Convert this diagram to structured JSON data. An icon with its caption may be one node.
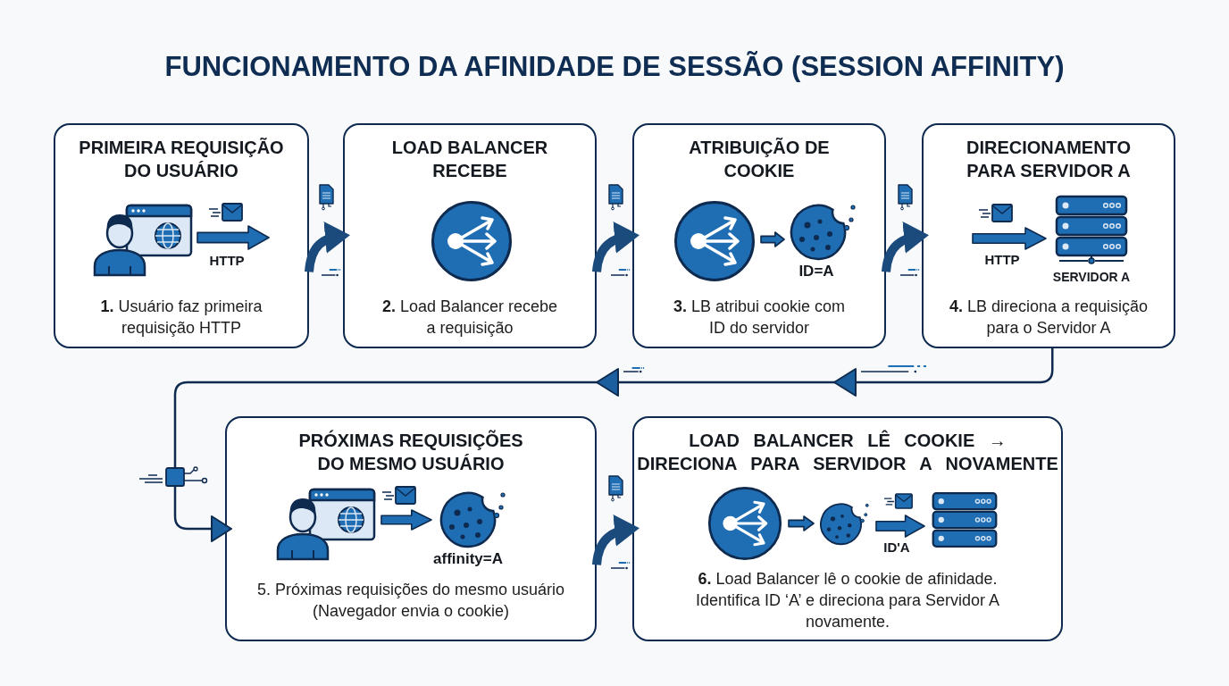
{
  "diagram": {
    "title": "FUNCIONAMENTO DA AFINIDADE DE SESSÃO (SESSION AFFINITY)",
    "nodes": [
      {
        "text": [
          "PRIMEIRA REQUISIÇÃO DO USUÁRIO",
          "HTTP",
          "**1.** Usuário faz primeira requisição HTTP"
        ]
      },
      {
        "text": [
          "LOAD BALANCER RECEBE",
          "**2.** Load Balancer recebe a requisição"
        ]
      },
      {
        "text": [
          "ATRIBUIÇÃO DE COOKIE",
          "ID=A",
          "**3.** LB atribui cookie com ID do servidor"
        ]
      },
      {
        "text": [
          "DIRECIONAMENTO PARA SERVIDOR A",
          "HTTP",
          "SERVIDOR A",
          "**4.** LB direciona a requisição para o Servidor A"
        ]
      },
      {
        "text": [
          "PRÓXIMAS REQUISIÇÕES DO MESMO USUÁRIO",
          "affinity=A",
          "5. Próximas requisições do mesmo usuário (Navegador envia o cookie)"
        ]
      },
      {
        "text": [
          "LOAD BALANCER LÊ COOKIE → DIRECIONA PARA SERVIDOR A NOVAMENTE",
          "ID'A",
          "**6.** Load Balancer lê o cookie de afinidade. Identifica ID ‘A’ e direciona para Servidor A novamente."
        ]
      }
    ],
    "edges": [
      {
        "from": 0,
        "to": 1,
        "arrow": "to"
      },
      {
        "from": 1,
        "to": 2,
        "arrow": "to"
      },
      {
        "from": 2,
        "to": 3,
        "arrow": "to"
      },
      {
        "from": 3,
        "to": 4,
        "arrow": "to"
      },
      {
        "from": 4,
        "to": 5,
        "arrow": "to"
      }
    ]
  }
}
